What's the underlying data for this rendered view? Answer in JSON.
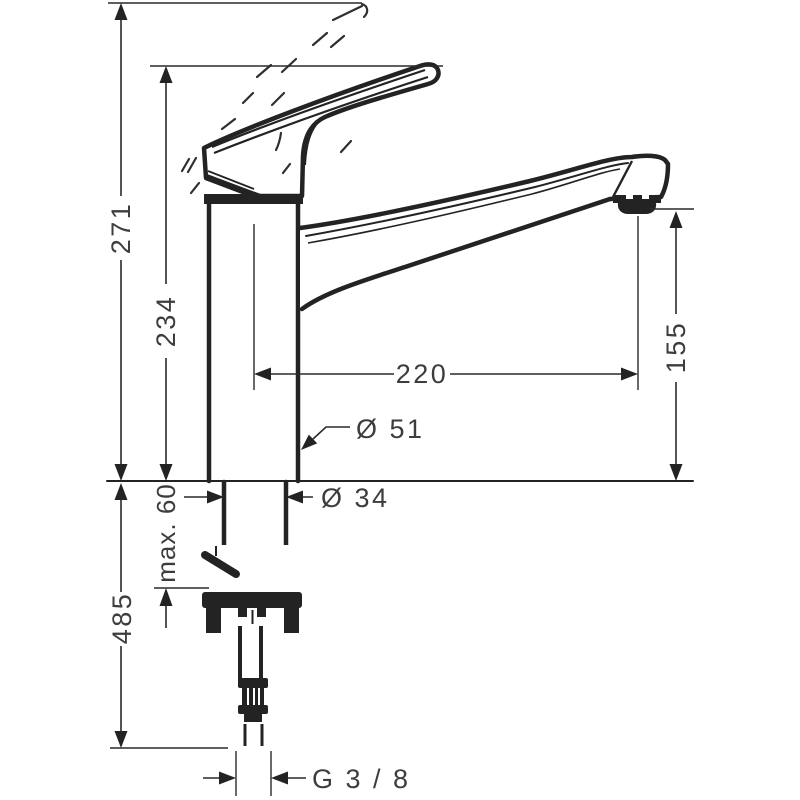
{
  "drawing": {
    "type": "technical-dimension-drawing",
    "subject": "single-lever kitchen mixer faucet, side view with mounting hardware",
    "units": "mm",
    "colors": {
      "line": "#232323",
      "dimension_text": "#3d3d3d",
      "background": "#ffffff"
    },
    "dimensions": {
      "overall_height": "271",
      "height_to_lever": "234",
      "spout_reach": "220",
      "spout_outlet_height": "155",
      "body_diameter": "Ø 51",
      "shank_diameter": "Ø 34",
      "max_counter_thickness": "max. 60",
      "connection_length": "485",
      "thread_size": "G 3 / 8"
    }
  }
}
